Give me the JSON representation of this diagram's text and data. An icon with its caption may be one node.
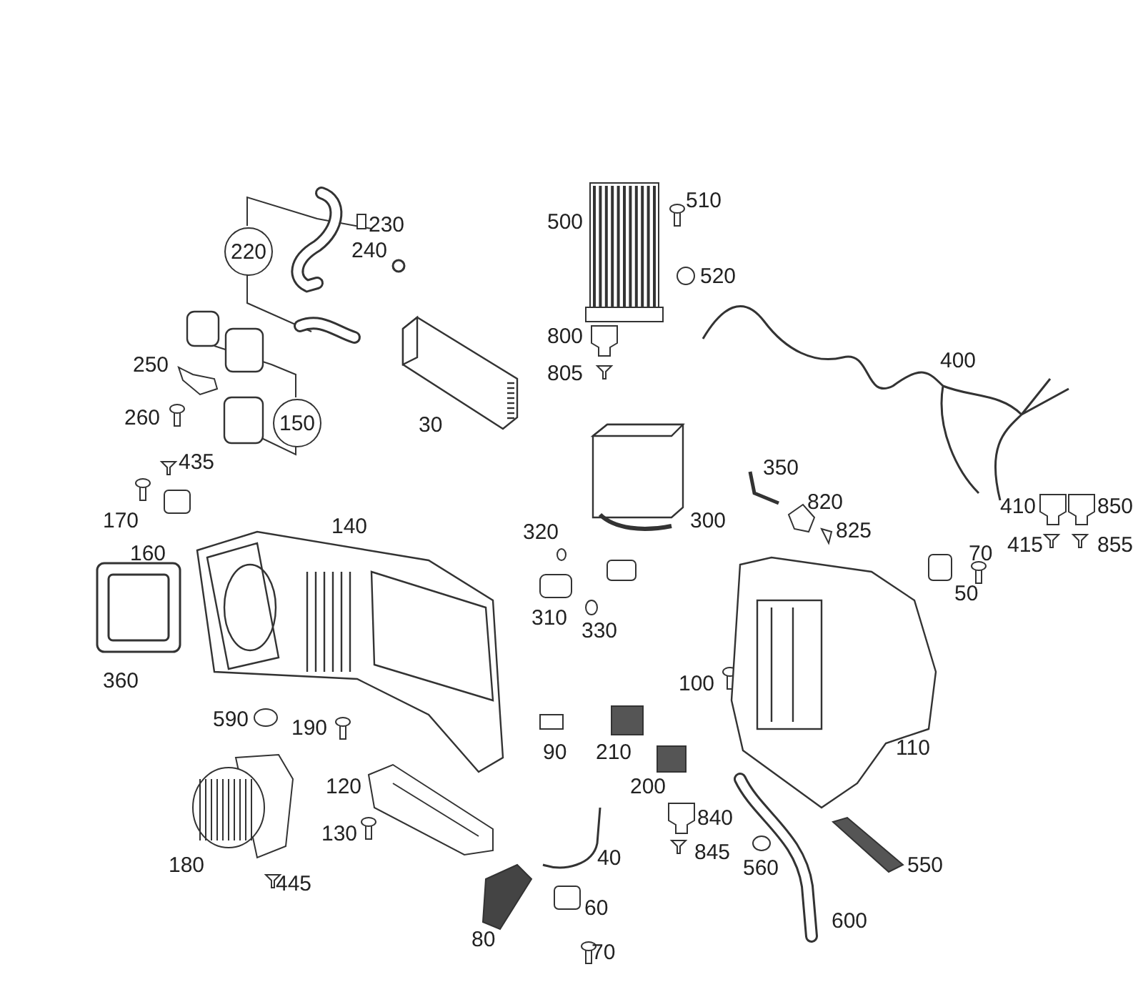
{
  "diagram": {
    "labels": [
      "510",
      "500",
      "230",
      "220",
      "240",
      "520",
      "800",
      "805",
      "400",
      "250",
      "150",
      "30",
      "260",
      "435",
      "350",
      "170",
      "410",
      "850",
      "820",
      "300",
      "825",
      "415",
      "855",
      "160",
      "140",
      "320",
      "70",
      "310",
      "330",
      "50",
      "360",
      "100",
      "590",
      "190",
      "90",
      "210",
      "110",
      "200",
      "120",
      "130",
      "840",
      "40",
      "180",
      "845",
      "560",
      "550",
      "60",
      "445",
      "80",
      "600",
      "70"
    ]
  }
}
